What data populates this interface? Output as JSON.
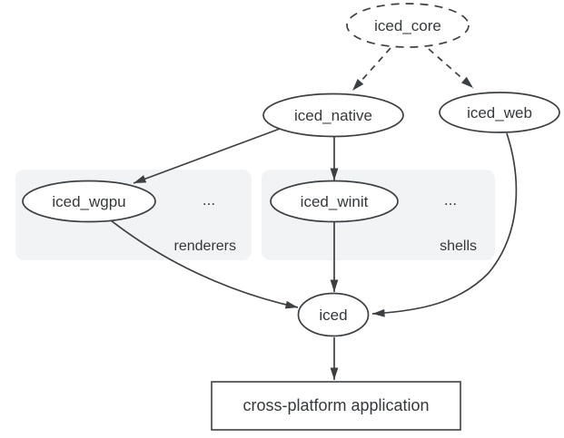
{
  "diagram": {
    "nodes": {
      "iced_core": {
        "label": "iced_core"
      },
      "iced_native": {
        "label": "iced_native"
      },
      "iced_web": {
        "label": "iced_web"
      },
      "iced_wgpu": {
        "label": "iced_wgpu"
      },
      "iced_winit": {
        "label": "iced_winit"
      },
      "iced": {
        "label": "iced"
      },
      "application": {
        "label": "cross-platform application"
      }
    },
    "groups": {
      "renderers": {
        "label": "renderers",
        "ellipsis": "..."
      },
      "shells": {
        "label": "shells",
        "ellipsis": "..."
      }
    },
    "colors": {
      "line": "#3c4043",
      "text": "#35393b",
      "group_label": "#1a73e8",
      "group_fill": "#f1f3f5",
      "node_fill": "#ffffff",
      "background": "#ffffff"
    }
  }
}
